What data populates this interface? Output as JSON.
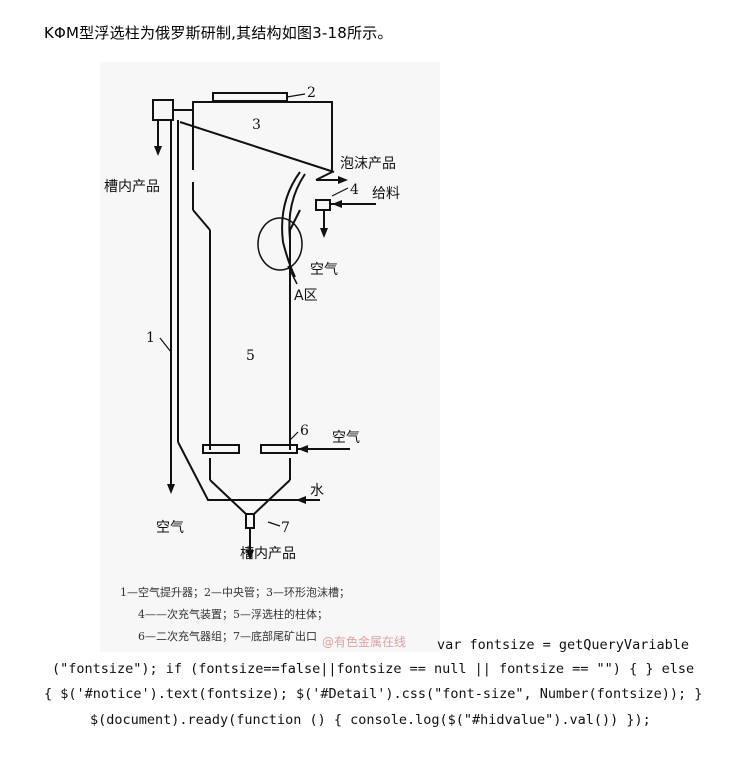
{
  "intro_text": "KΦM型浮选柱为俄罗斯研制,其结构如图3-18所示。",
  "diagram": {
    "labels": {
      "n1": "1",
      "n2": "2",
      "n3": "3",
      "n4": "4",
      "n5": "5",
      "n6": "6",
      "n7": "7",
      "froth_product": "泡沫产品",
      "feed": "给料",
      "air_1": "空气",
      "zone_a": "A区",
      "air_2": "空气",
      "water": "水",
      "air_3": "空气",
      "tank_product_top": "槽内产品",
      "tank_product_bottom": "槽内产品"
    },
    "caption": [
      "1—空气提升器；2—中央管；3—环形泡沫槽；",
      "4——次充气装置；5—浮选柱的柱体；",
      "6—二次充气器组；7—底部尾矿出口"
    ],
    "watermark": "@有色金属在线"
  },
  "code_lines": [
    "var fontsize = getQueryVariable",
    "(\"fontsize\"); if (fontsize==false||fontsize == null || fontsize == \"\") { } else",
    "{ $('#notice').text(fontsize); $('#Detail').css(\"font-size\", Number(fontsize)); }",
    "$(document).ready(function () { console.log($(\"#hidvalue\").val()) });"
  ]
}
